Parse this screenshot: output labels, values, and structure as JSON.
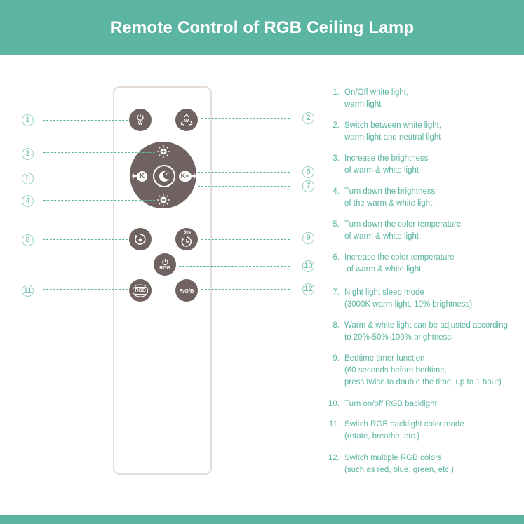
{
  "header": {
    "title": "Remote Control of RGB Ceiling Lamp"
  },
  "colors": {
    "accent": "#5bb5a2",
    "button": "#6f6261",
    "remote_border": "#e4dcd5"
  },
  "remote": {
    "buttons": [
      {
        "id": "power-white",
        "icon": "power-icon",
        "label": "W"
      },
      {
        "id": "switch-white",
        "icon": "triangle-arrows-icon",
        "label": "W"
      },
      {
        "id": "brightness-up",
        "icon": "sun-plus-icon",
        "label": ""
      },
      {
        "id": "brightness-down",
        "icon": "sun-minus-icon",
        "label": ""
      },
      {
        "id": "temp-down",
        "icon": "arrow-left-icon",
        "label": "K"
      },
      {
        "id": "temp-up",
        "icon": "arrow-right-icon",
        "label": "K+"
      },
      {
        "id": "night-light",
        "icon": "moon-icon",
        "label": ""
      },
      {
        "id": "brightness-cycle",
        "icon": "cycle-icon",
        "label": ""
      },
      {
        "id": "timer",
        "icon": "timer-icon",
        "label": "60s"
      },
      {
        "id": "rgb-power",
        "icon": "power-icon",
        "label": "RGB"
      },
      {
        "id": "rgb-mode",
        "icon": "rgb-mode-icon",
        "label": "RGB"
      },
      {
        "id": "rgb-colors",
        "icon": "rgb-colors-icon",
        "label": "R/G/B"
      }
    ]
  },
  "callouts": [
    "1",
    "2",
    "3",
    "4",
    "5",
    "6",
    "7",
    "8",
    "9",
    "10",
    "11",
    "12"
  ],
  "instructions": [
    {
      "num": "1.",
      "text": "On/Off white light,\nwarm light"
    },
    {
      "num": "2.",
      "text": "Switch between white light,\nwarm light and neutral light"
    },
    {
      "num": "3.",
      "text": "Increase the brightness\nof warm & white light"
    },
    {
      "num": "4.",
      "text": "Turn down the brightness\nof the warm & white light"
    },
    {
      "num": "5.",
      "text": "Turn down the color temperature\nof warm & white light"
    },
    {
      "num": "6.",
      "text": "Increase the color temperature\n of warm & white light"
    },
    {
      "num": "7.",
      "text": "Night light sleep mode\n(3000K warm light, 10% brightness)"
    },
    {
      "num": "8.",
      "text": "Warm & white light can be adjusted according\nto 20%-50%-100% brightness."
    },
    {
      "num": "9.",
      "text": "Bedtime timer function\n(60 seconds before bedtime,\npress twice to double the time, up to 1 hour)"
    },
    {
      "num": "10.",
      "text": "Turn on/off RGB backlight"
    },
    {
      "num": "11.",
      "text": "Switch RGB backlight color mode\n(rotate, breathe, etc.)"
    },
    {
      "num": "12.",
      "text": "Switch multiple RGB colors\n(such as red, blue, green, etc.)"
    }
  ]
}
